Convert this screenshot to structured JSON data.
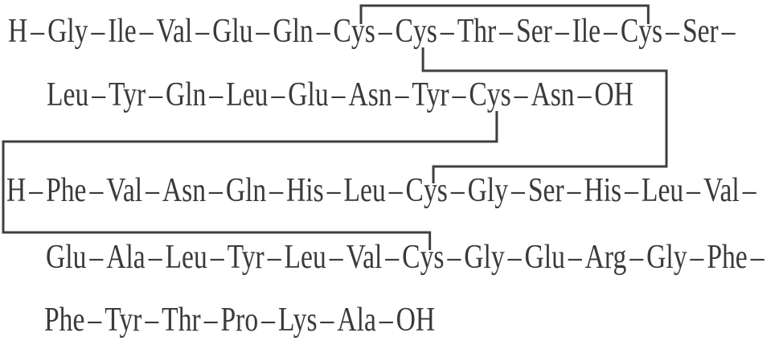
{
  "colors": {
    "background": "#ffffff",
    "ink": "#3a3a3a",
    "bond_line": "#3f3f3f"
  },
  "bond_dash": "–",
  "rows": [
    {
      "name": "a-chain-residues-1-12",
      "tokens": [
        "H",
        "Gly",
        "Ile",
        "Val",
        "Glu",
        "Gln",
        "Cys",
        "Cys",
        "Thr",
        "Ser",
        "Ile",
        "Cys",
        "Ser"
      ],
      "trailing_dash": true
    },
    {
      "name": "a-chain-residues-13-21",
      "tokens": [
        "Leu",
        "Tyr",
        "Gln",
        "Leu",
        "Glu",
        "Asn",
        "Tyr",
        "Cys",
        "Asn",
        "OH"
      ],
      "trailing_dash": false
    },
    {
      "name": "b-chain-residues-1-12",
      "tokens": [
        "H",
        "Phe",
        "Val",
        "Asn",
        "Gln",
        "His",
        "Leu",
        "Cys",
        "Gly",
        "Ser",
        "His",
        "Leu",
        "Val"
      ],
      "trailing_dash": true
    },
    {
      "name": "b-chain-residues-13-24",
      "tokens": [
        "Glu",
        "Ala",
        "Leu",
        "Tyr",
        "Leu",
        "Val",
        "Cys",
        "Gly",
        "Glu",
        "Arg",
        "Gly",
        "Phe"
      ],
      "trailing_dash": true
    },
    {
      "name": "b-chain-residues-25-30",
      "tokens": [
        "Phe",
        "Tyr",
        "Thr",
        "Pro",
        "Lys",
        "Ala",
        "OH"
      ],
      "trailing_dash": false
    }
  ],
  "bond_anchors": {
    "A6": {
      "row": 0,
      "index": 6
    },
    "A7": {
      "row": 0,
      "index": 7
    },
    "A11": {
      "row": 0,
      "index": 11
    },
    "A20": {
      "row": 1,
      "index": 7
    },
    "B7": {
      "row": 2,
      "index": 7
    },
    "B19": {
      "row": 3,
      "index": 6
    }
  },
  "disulfide_bonds": [
    {
      "from": "A6",
      "to": "A11"
    },
    {
      "from": "A7",
      "to": "B7"
    },
    {
      "from": "A20",
      "to": "B19"
    }
  ]
}
